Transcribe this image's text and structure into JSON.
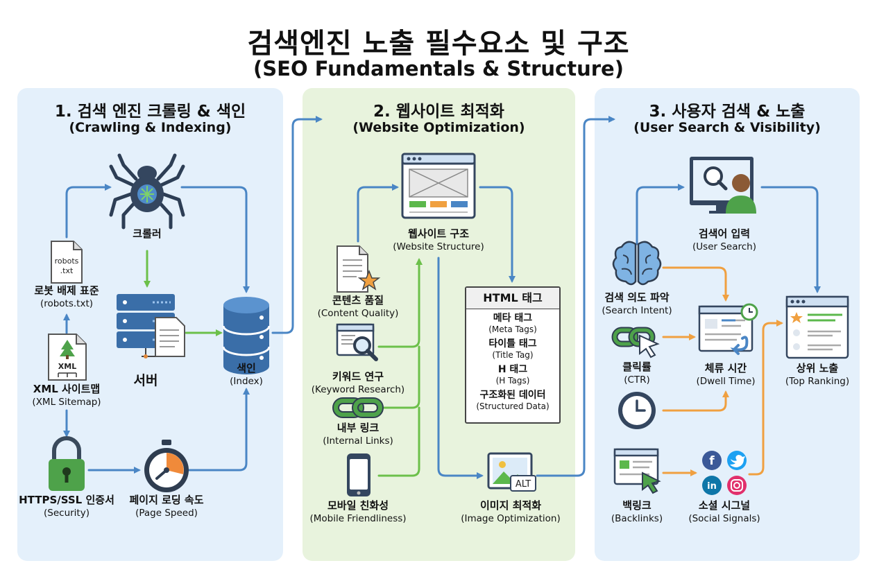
{
  "title": {
    "main": "검색엔진 노출 필수요소 및 구조",
    "sub": "(SEO Fundamentals & Structure)"
  },
  "panels": [
    {
      "title": "1. 검색 엔진 크롤링 & 색인",
      "subtitle": "(Crawling & Indexing)"
    },
    {
      "title": "2. 웹사이트 최적화",
      "subtitle": "(Website Optimization)"
    },
    {
      "title": "3. 사용자 검색 & 노출",
      "subtitle": "(User Search & Visibility)"
    }
  ],
  "section1": {
    "crawler": "크롤러",
    "robots_file": [
      "robots",
      ".txt"
    ],
    "robots": {
      "ko": "로봇 배제 표준",
      "en": "(robots.txt)"
    },
    "xml_file": "XML",
    "sitemap": {
      "ko": "XML 사이트맵",
      "en": "(XML Sitemap)"
    },
    "server": "서버",
    "index": {
      "ko": "색인",
      "en": "(Index)"
    },
    "https": {
      "ko": "HTTPS/SSL 인증서",
      "en": "(Security)"
    },
    "speed": {
      "ko": "페이지 로딩 속도",
      "en": "(Page Speed)"
    }
  },
  "section2": {
    "structure": {
      "ko": "웹사이트 구조",
      "en": "(Website Structure)"
    },
    "content": {
      "ko": "콘텐츠 품질",
      "en": "(Content Quality)"
    },
    "keyword": {
      "ko": "키워드 연구",
      "en": "(Keyword Research)"
    },
    "links": {
      "ko": "내부 링크",
      "en": "(Internal Links)"
    },
    "mobile": {
      "ko": "모바일 친화성",
      "en": "(Mobile Friendliness)"
    },
    "html_box": {
      "header": "HTML 태그",
      "rows": [
        {
          "ko": "메타 태그",
          "en": "(Meta Tags)"
        },
        {
          "ko": "타이틀 태그",
          "en": "(Title Tag)"
        },
        {
          "ko": "H 태그",
          "en": "(H Tags)"
        },
        {
          "ko": "구조화된 데이터",
          "en": "(Structured Data)"
        }
      ]
    },
    "alt_tag": "ALT",
    "image": {
      "ko": "이미지 최적화",
      "en": "(Image Optimization)"
    }
  },
  "section3": {
    "search": {
      "ko": "검색어 입력",
      "en": "(User Search)"
    },
    "intent": {
      "ko": "검색 의도 파악",
      "en": "(Search Intent)"
    },
    "ctr": {
      "ko": "클릭률",
      "en": "(CTR)"
    },
    "dwell": {
      "ko": "체류 시간",
      "en": "(Dwell Time)"
    },
    "ranking": {
      "ko": "상위 노출",
      "en": "(Top Ranking)"
    },
    "backlinks": {
      "ko": "백링크",
      "en": "(Backlinks)"
    },
    "social": {
      "ko": "소셜 시그널",
      "en": "(Social Signals)"
    },
    "social_icons": [
      "f",
      "in"
    ]
  },
  "colors": {
    "blue_arrow": "#4a86c5",
    "green_arrow": "#6cc04a",
    "orange_arrow": "#f0a040",
    "panel_blue": "#e4f0fb",
    "panel_green": "#e8f3dd"
  }
}
